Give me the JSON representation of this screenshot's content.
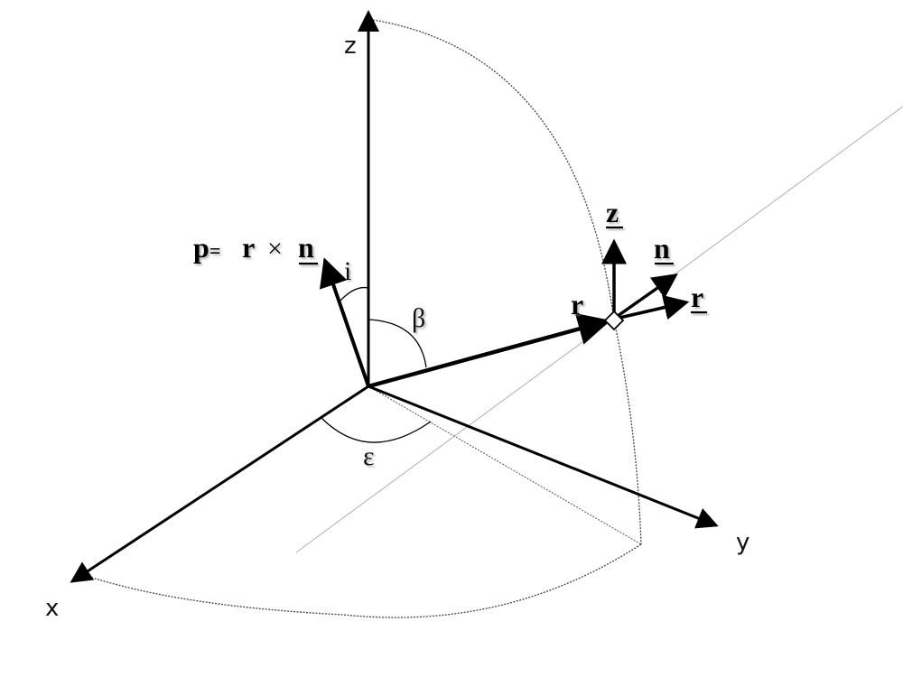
{
  "diagram": {
    "type": "3d-coordinate-vector-diagram",
    "colors": {
      "background": "#ffffff",
      "ink": "#000000",
      "guide_line": "#b0b0b0",
      "dotted_arc": "#444444"
    },
    "axes": {
      "z": {
        "label": "z"
      },
      "y": {
        "label": "y"
      },
      "x": {
        "label": "x"
      }
    },
    "vectors": {
      "p_label_p": "p",
      "p_label_eq": "=",
      "p_label_r": "r",
      "p_label_cross": "×",
      "p_label_n": "n",
      "r_label": "r"
    },
    "local_frame": {
      "z_label": "z",
      "n_label": "n",
      "r_label": "r"
    },
    "angles": {
      "inclination": "i",
      "beta": "β",
      "epsilon": "ε"
    }
  }
}
